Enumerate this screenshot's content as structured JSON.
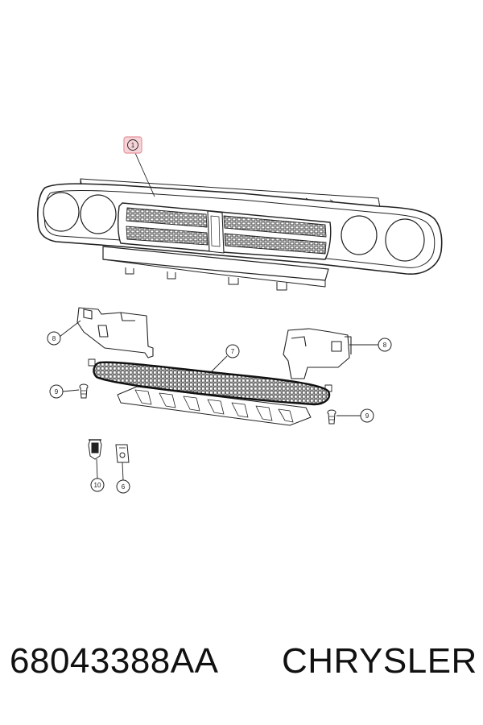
{
  "callouts": {
    "c1": "1",
    "c6": "6",
    "c7": "7",
    "c8a": "8",
    "c8b": "8",
    "c9a": "9",
    "c9b": "9",
    "c10": "10"
  },
  "highlight_color": "#e8a0a8",
  "footer": {
    "part_number": "68043388AA",
    "brand": "CHRYSLER"
  }
}
